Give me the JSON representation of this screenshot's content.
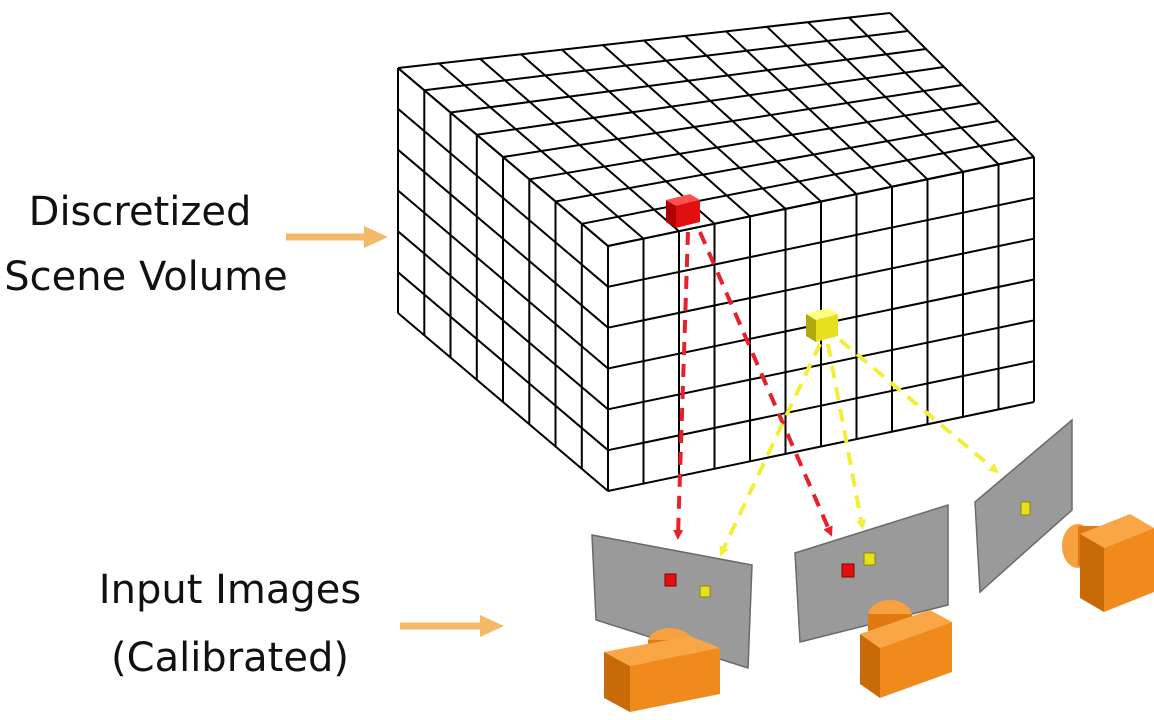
{
  "labels": {
    "volume_line1": "Discretized",
    "volume_line2": "Scene Volume",
    "images_line1": "Input Images",
    "images_line2": "(Calibrated)"
  },
  "colors": {
    "grid_line": "#000000",
    "arrow_orange": "#f4b968",
    "ray_red": "#e8202a",
    "ray_yellow": "#f2ee3a",
    "voxel_red": "#e01010",
    "voxel_yellow": "#e6e020",
    "image_plane": "#9a9a9a",
    "camera_body": "#f08a1c"
  },
  "grid": {
    "cols": 12,
    "depth": 8,
    "rows": 6
  },
  "icons": [
    "right-arrow-icon",
    "camera-icon",
    "voxel-icon"
  ]
}
